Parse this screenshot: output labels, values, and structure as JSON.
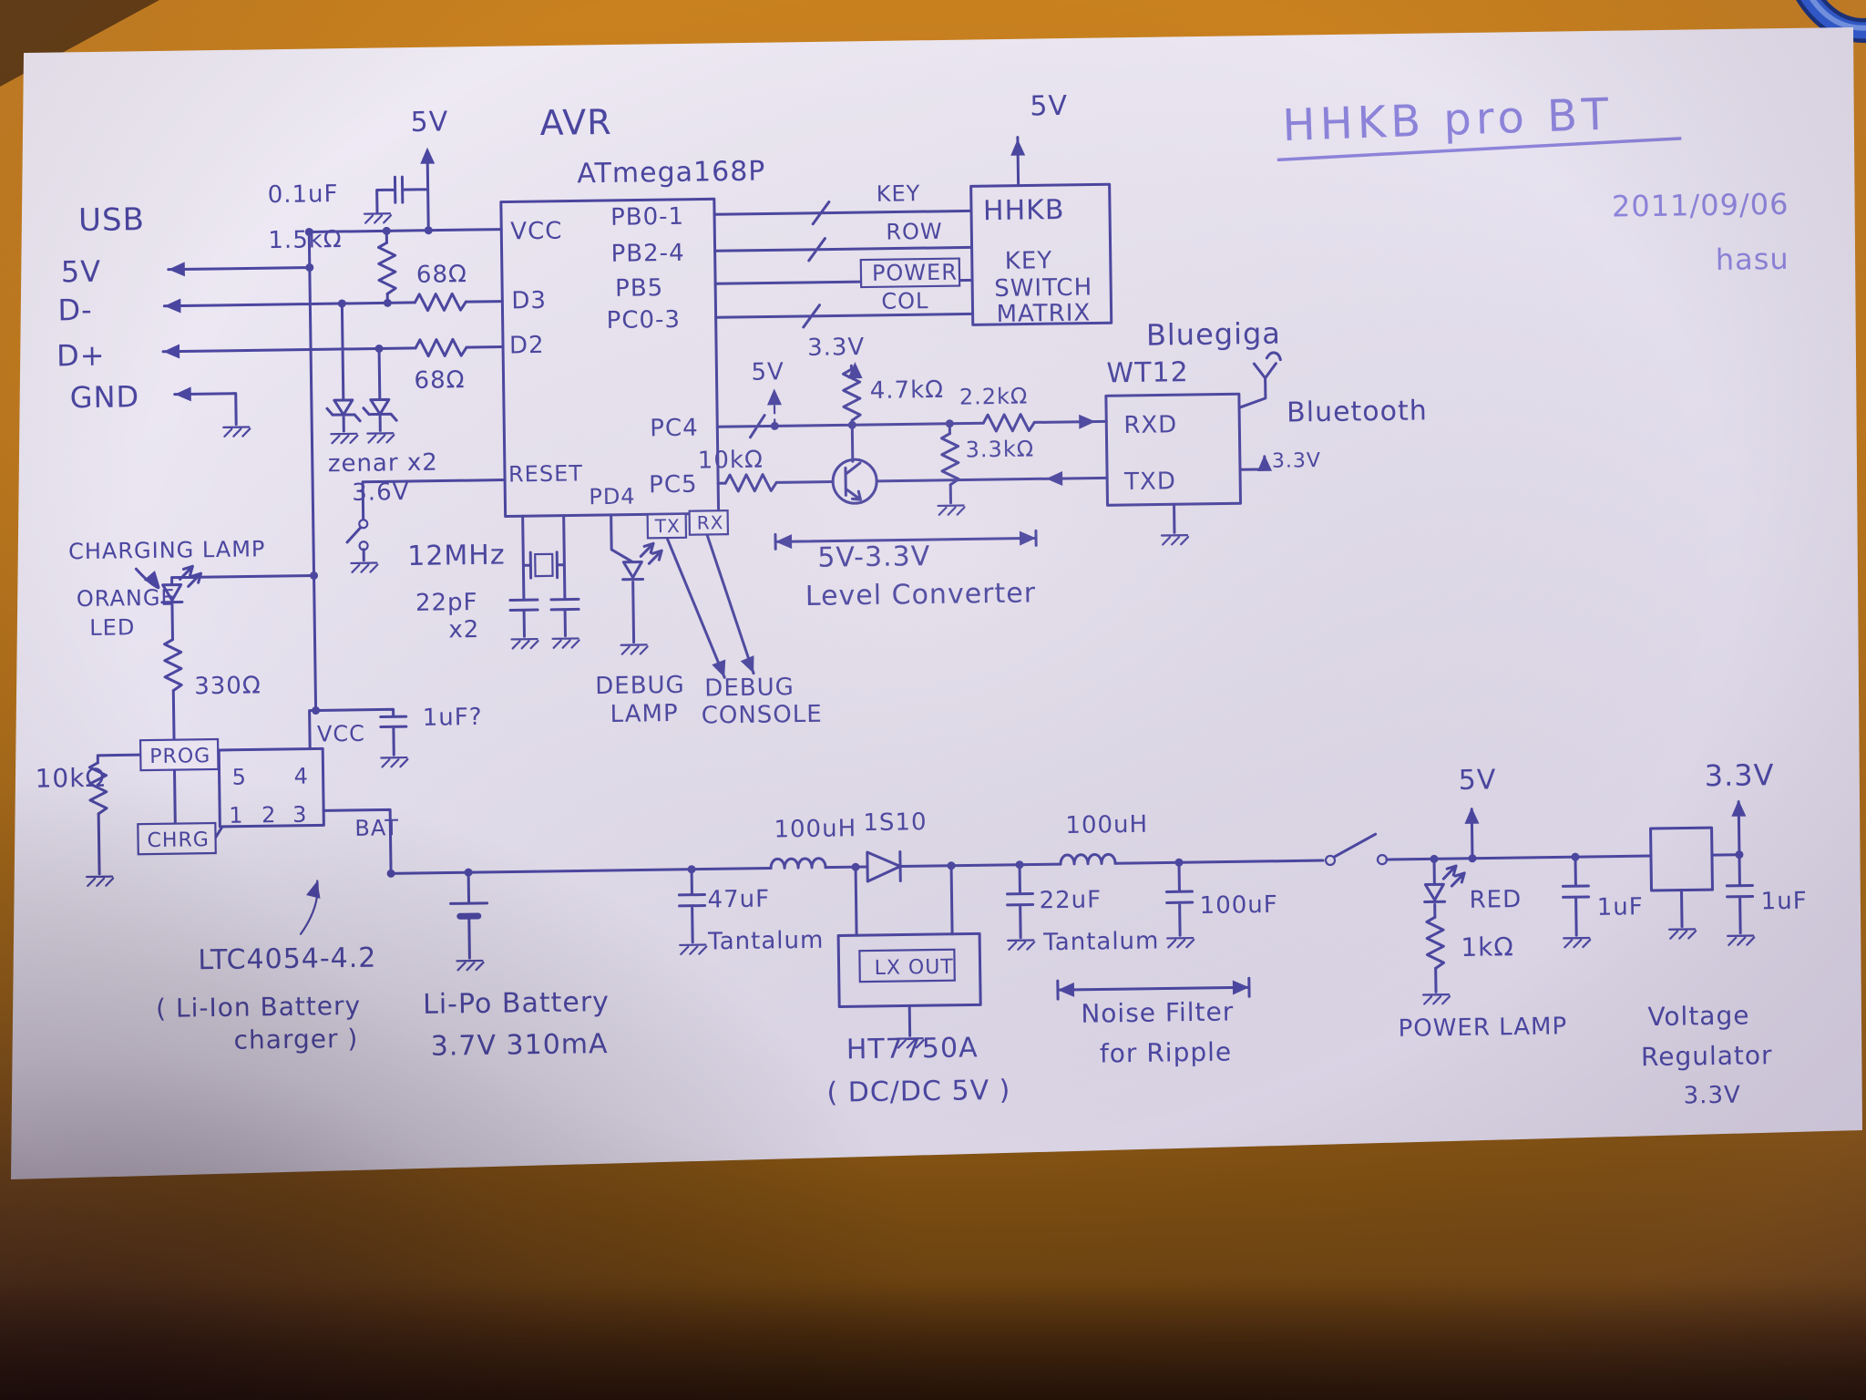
{
  "header": {
    "title": "HHKB pro BT",
    "date": "2011/09/06",
    "author": "hasu"
  },
  "usb": {
    "title": "USB",
    "pin_5v": "5V",
    "pin_dminus": "D-",
    "pin_dplus": "D+",
    "pin_gnd": "GND",
    "cap": "0.1uF",
    "r_pullup": "1.5kΩ",
    "r_dminus": "68Ω",
    "r_dplus": "68Ω",
    "zener": "zenar x2",
    "zener_v": "3.6V",
    "rail": "5V"
  },
  "avr": {
    "label": "AVR",
    "part": "ATmega168P",
    "pin_vcc": "VCC",
    "pin_d3": "D3",
    "pin_d2": "D2",
    "pin_reset": "RESET",
    "pin_pd4": "PD4",
    "pin_pb01": "PB0-1",
    "pin_pb24": "PB2-4",
    "pin_pb5": "PB5",
    "pin_pc03": "PC0-3",
    "pin_pc4": "PC4",
    "pin_pc5": "PC5"
  },
  "matrix": {
    "rail": "5V",
    "sig_key": "KEY",
    "sig_row": "ROW",
    "sig_power": "POWER",
    "sig_col": "COL",
    "name": "HHKB",
    "line1": "KEY",
    "line2": "SWITCH",
    "line3": "MATRIX"
  },
  "level": {
    "rail5": "5V",
    "rail33": "3.3V",
    "r_47k": "4.7kΩ",
    "r_22k": "2.2kΩ",
    "r_33k": "3.3kΩ",
    "r_10k": "10kΩ",
    "caption1": "5V-3.3V",
    "caption2": "Level Converter"
  },
  "bt": {
    "vendor": "Bluegiga",
    "part": "WT12",
    "pin_rxd": "RXD",
    "pin_txd": "TXD",
    "antenna": "Bluetooth",
    "rail": "3.3V"
  },
  "clock": {
    "xtal": "12MHz",
    "cap": "22pF",
    "qty": "x2"
  },
  "debug": {
    "tx": "TX",
    "rx": "RX",
    "lamp1": "DEBUG",
    "lamp2": "LAMP",
    "console1": "DEBUG",
    "console2": "CONSOLE"
  },
  "charger": {
    "caption": "CHARGING LAMP",
    "led1": "ORANGE",
    "led2": "LED",
    "r_led": "330Ω",
    "r_prog": "10kΩ",
    "pin_prog": "PROG",
    "pin_chrg": "CHRG",
    "pin_vcc": "VCC",
    "pin_bat": "BAT",
    "pin_1": "1",
    "pin_2": "2",
    "pin_3": "3",
    "pin_4": "4",
    "pin_5": "5",
    "cap": "1uF?",
    "part": "LTC4054-4.2",
    "note1": "( Li-Ion Battery",
    "note2": "charger )"
  },
  "battery": {
    "line1": "Li-Po Battery",
    "line2": "3.7V 310mA"
  },
  "dcdc": {
    "l_in": "100uH",
    "diode": "1S10",
    "l_out": "100uH",
    "c_in": "47uF",
    "c_in_type": "Tantalum",
    "pin_lxout": "LX OUT",
    "c_out": "22uF",
    "c_out_type": "Tantalum",
    "c_filter": "100uF",
    "part": "HT7750A",
    "caption": "( DC/DC 5V )",
    "filter1": "Noise Filter",
    "filter2": "for Ripple"
  },
  "lamp": {
    "rail": "5V",
    "led": "RED",
    "r": "1kΩ",
    "caption": "POWER LAMP"
  },
  "reg": {
    "c_in": "1uF",
    "c_out": "1uF",
    "rail": "3.3V",
    "caption1": "Voltage",
    "caption2": "Regulator",
    "caption3": "3.3V"
  }
}
